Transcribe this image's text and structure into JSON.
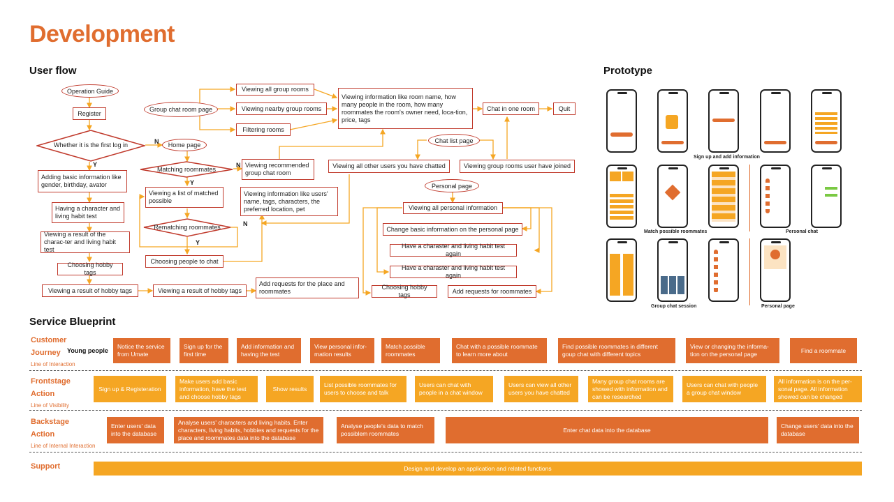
{
  "title": "Development",
  "userflow": {
    "heading": "User flow",
    "nodes": {
      "operation_guide": "Operation Guide",
      "register": "Register",
      "first_login": "Whether it is the first log in",
      "basic_info": "Adding basic information like gender, birthday, avator",
      "character_test": "Having a character and living habit test",
      "result_character": "Viewing a result of the charac-ter and living habit test",
      "choosing_hobby": "Choosing hobby tags",
      "viewing_hobby_result": "Viewing a result of hobby tags",
      "viewing_hobby_result2": "Viewing a result of hobby tags",
      "add_requests": "Add requests for the place and roommates",
      "home_page": "Home page",
      "matching_roommates": "Matching roommates",
      "matched_list": "Viewing a list of matched possible",
      "rematching": "Rematching roommates",
      "choosing_people": "Choosing people to chat",
      "recommended_rooms": "Viewing recommended group chat room",
      "user_info": "Viewing information like users' name, tags, characters, the preferred location, pet",
      "group_chat_room_page": "Group chat room page",
      "all_group_rooms": "Viewing all group rooms",
      "nearby_group_rooms": "Viewing nearby group rooms",
      "filtering_rooms": "Filtering rooms",
      "room_info": "Viewing information like room name, how many people in the room, how many roommates the room's owner need, loca-tion, price, tags",
      "chat_in_room": "Chat in one room",
      "quit": "Quit",
      "chat_list_page": "Chat list page",
      "viewing_all_users": "Viewing all other users you have chatted",
      "viewing_joined_rooms": "Viewing group rooms user have joined",
      "personal_page": "Personal page",
      "viewing_personal_info": "Viewing all personal information",
      "change_basic_info": "Change basic information on the personal page",
      "test_again1": "Have a charaster and living habit test again",
      "test_again2": "Have a charaster and living habit test again",
      "choosing_hobby2": "Choosing hobby tags",
      "add_requests_roommates": "Add requests for roommates"
    },
    "labels": {
      "n1": "N",
      "y1": "Y",
      "n2": "N",
      "y2": "Y",
      "n3": "N",
      "y3": "Y"
    }
  },
  "prototype": {
    "heading": "Prototype",
    "captions": {
      "signup": "Sign up and add information",
      "match": "Match possible roommates",
      "personal_chat": "Personal chat",
      "group_chat": "Group chat session",
      "personal_page": "Personal page"
    }
  },
  "blueprint": {
    "heading": "Service Blueprint",
    "rows": {
      "customer": {
        "label1": "Customer",
        "label2": "Journey",
        "sub": "Line of Interaction",
        "persona": "Young people"
      },
      "frontstage": {
        "label1": "Frontstage",
        "label2": "Action",
        "sub": "Line of Visibility"
      },
      "backstage": {
        "label1": "Backstage",
        "label2": "Action",
        "sub": "Line of Internal Interaction"
      },
      "support": {
        "label1": "Support"
      }
    },
    "customer_journey": [
      "Notice the service from Umate",
      "Sign up for the first time",
      "Add information and having the test",
      "View personal infor-mation results",
      "Match possible roommates",
      "Chat with a possible roommate to learn more about",
      "Find possible roommates in different goup chat with different topics",
      "View or changing the informa-tion on the personal page",
      "Find a roommate"
    ],
    "frontstage": [
      "Sign up & Registeration",
      "Make users add basic information, have the test and choose hobby tags",
      "Show results",
      "List possible roommates for users to choose and talk",
      "Users can chat with people in a chat window",
      "Users can view all other users you have chatted",
      "Many group chat rooms are showed with information and can be researched",
      "Users can chat with people a group chat window",
      "All information is on the per-sonal page. All information showed can be changed"
    ],
    "backstage": [
      "Enter users' data into the database",
      "Analyse users' characters and living habits. Enter characters, living habits, hobbies and requests for the place and roommates data into the database",
      "Analyse people's data to match possiblem roommates",
      "Enter chat data into the database",
      "Change users' data into the database"
    ],
    "support": "Design and develop an application and related functions"
  },
  "colors": {
    "accent": "#e06d2f",
    "yellow": "#f5a623",
    "node_border": "#c0392b",
    "arrow": "#f5a623"
  }
}
